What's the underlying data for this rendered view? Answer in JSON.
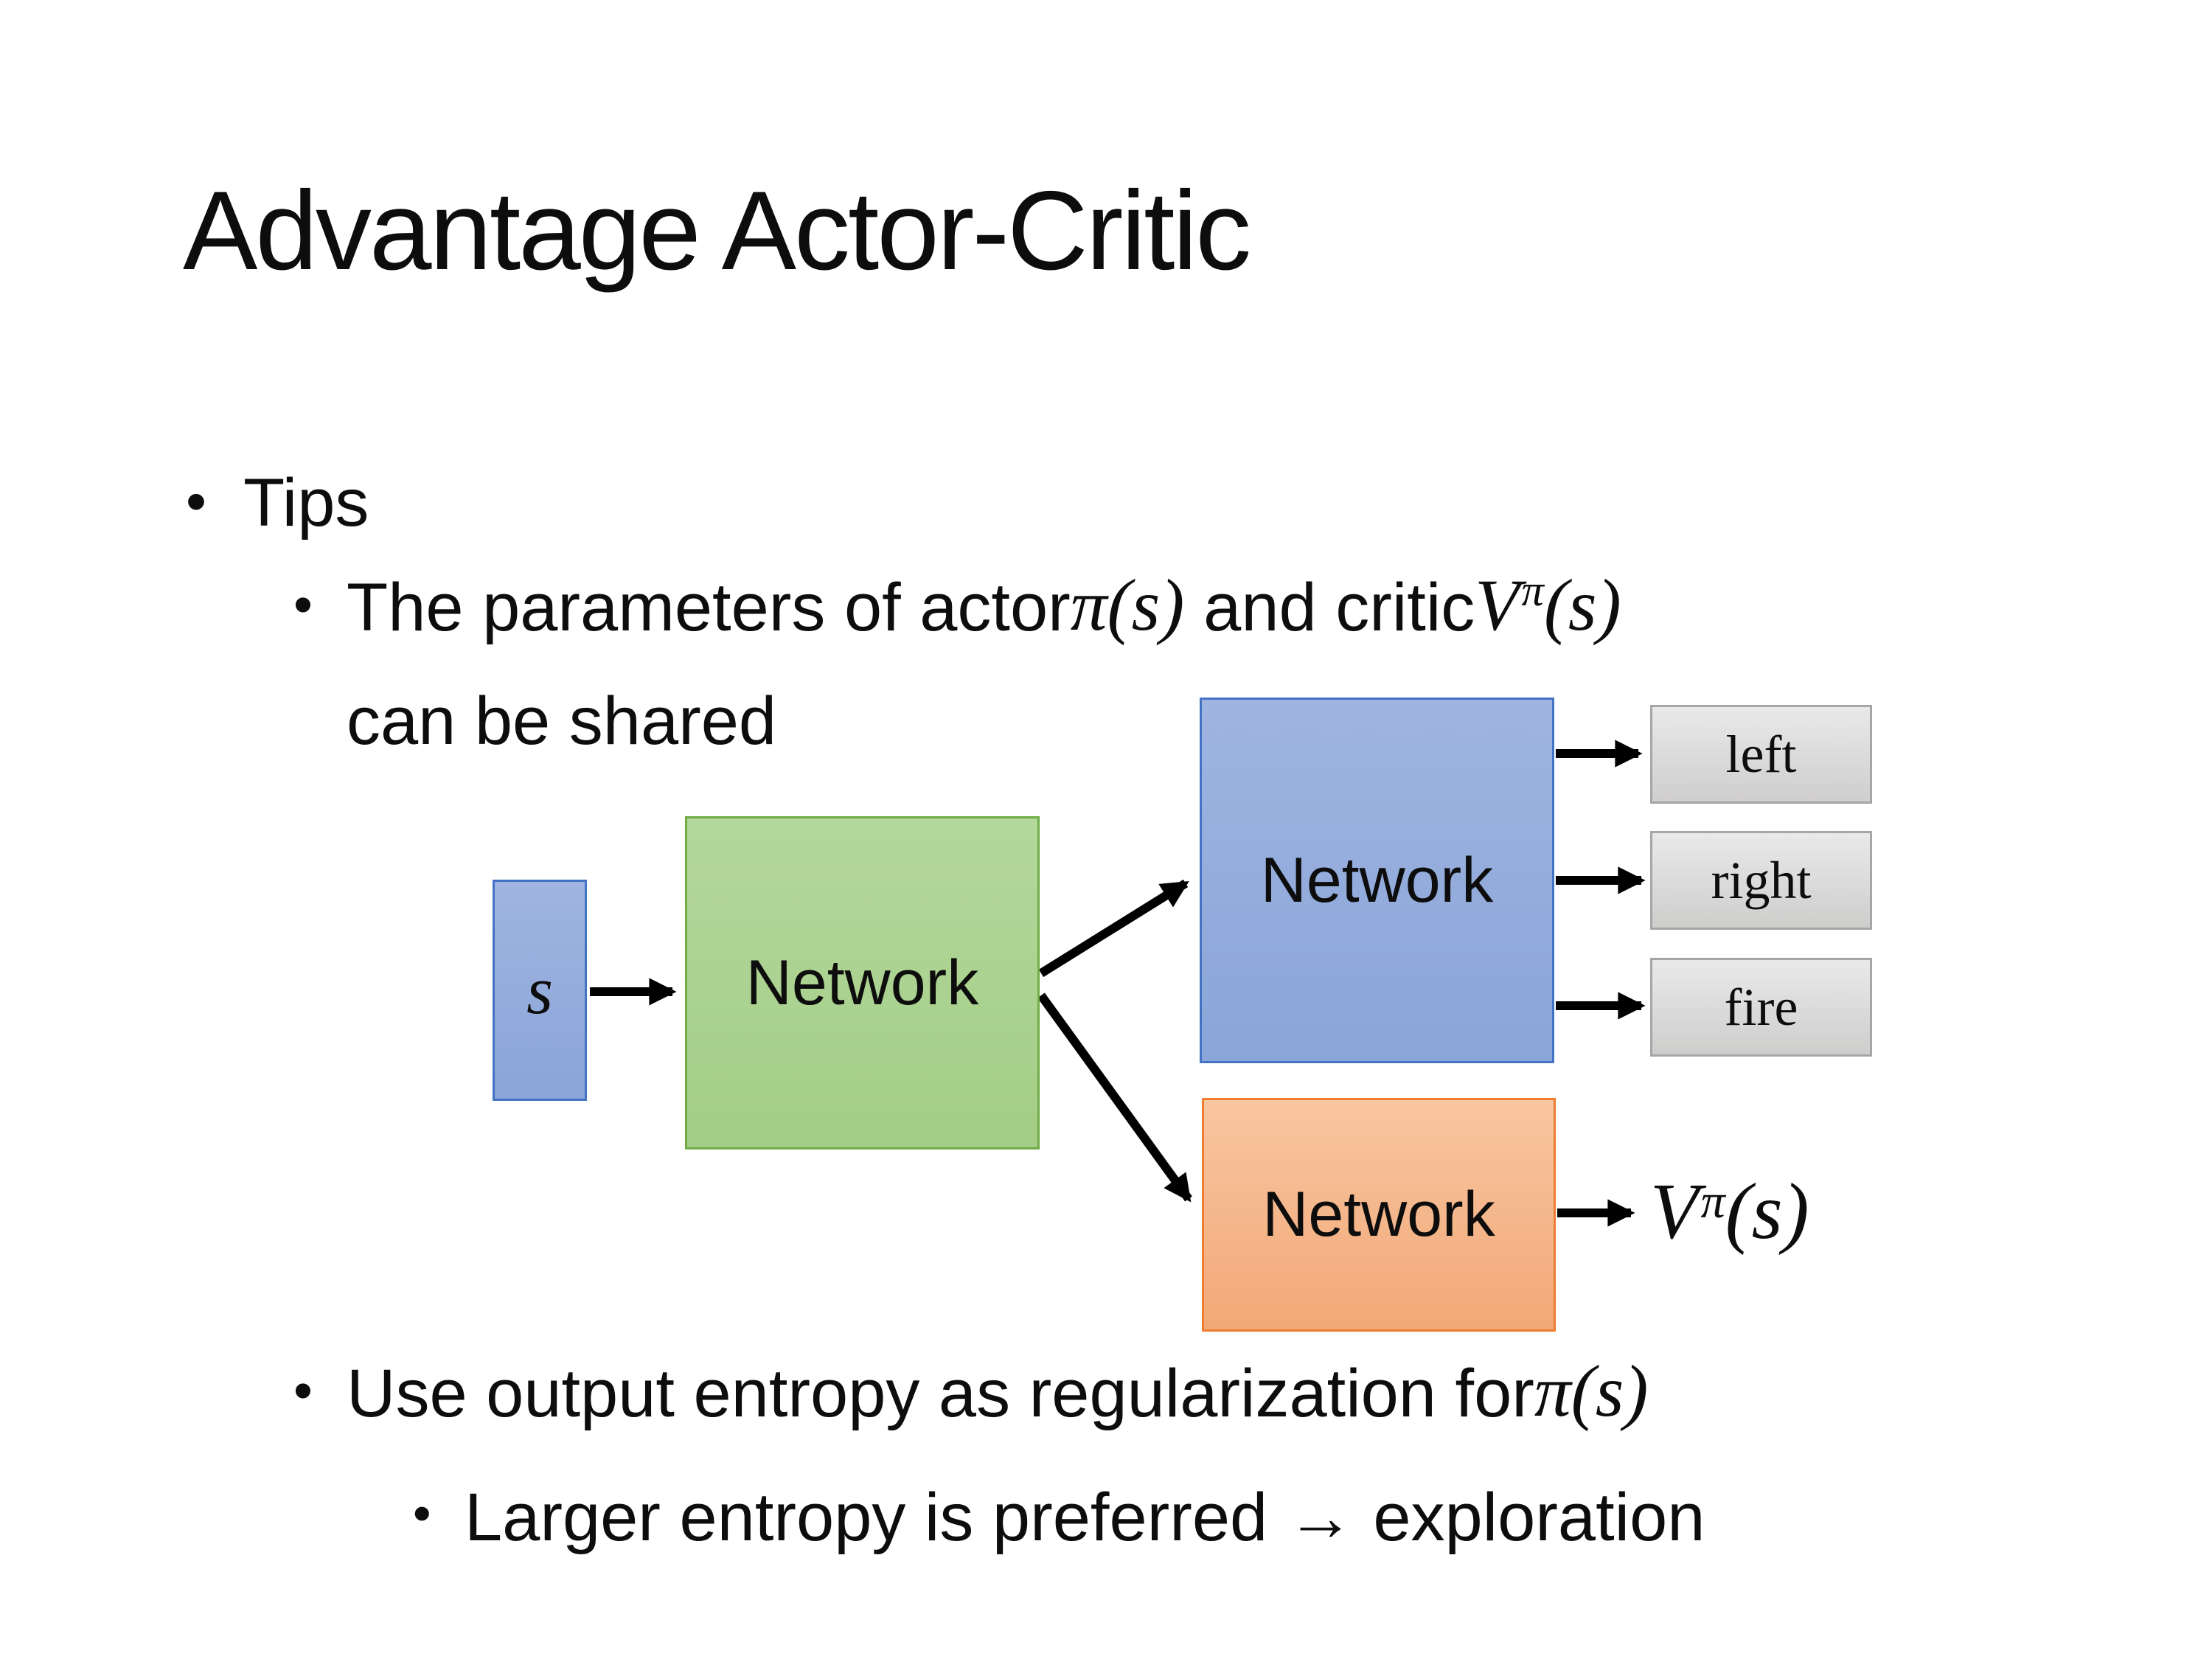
{
  "bullet_char": "•",
  "title": "Advantage Actor-Critic",
  "bullets": {
    "tips": "Tips",
    "b1_pre": "The parameters of actor ",
    "b1_math_pi_s": "π(s)",
    "b1_mid": " and critic ",
    "b1_v_base": "V",
    "b1_v_sup": "π",
    "b1_v_args": "(s)",
    "b1_line2": "can be shared",
    "b2_pre": "Use output entropy as regularization for ",
    "b2_math_pi_s": "π(s)",
    "b3": "Larger entropy is preferred → exploration"
  },
  "diagram": {
    "input_label": "s",
    "shared_network_label": "Network",
    "actor_network_label": "Network",
    "critic_network_label": "Network",
    "actions": [
      "left",
      "right",
      "fire"
    ],
    "critic_output": {
      "base": "V",
      "sup": "π",
      "args": "(s)"
    },
    "colors": {
      "input_fill": "#8FAADC",
      "input_border": "#4472C4",
      "shared_fill": "#A9D18E",
      "shared_border": "#70AD47",
      "actor_fill": "#8FAADC",
      "actor_border": "#4472C4",
      "critic_fill": "#F4B183",
      "critic_border": "#ED7D31",
      "action_fill": "#D6D6D6",
      "action_border": "#A6A6A6",
      "arrow": "#000000"
    }
  }
}
